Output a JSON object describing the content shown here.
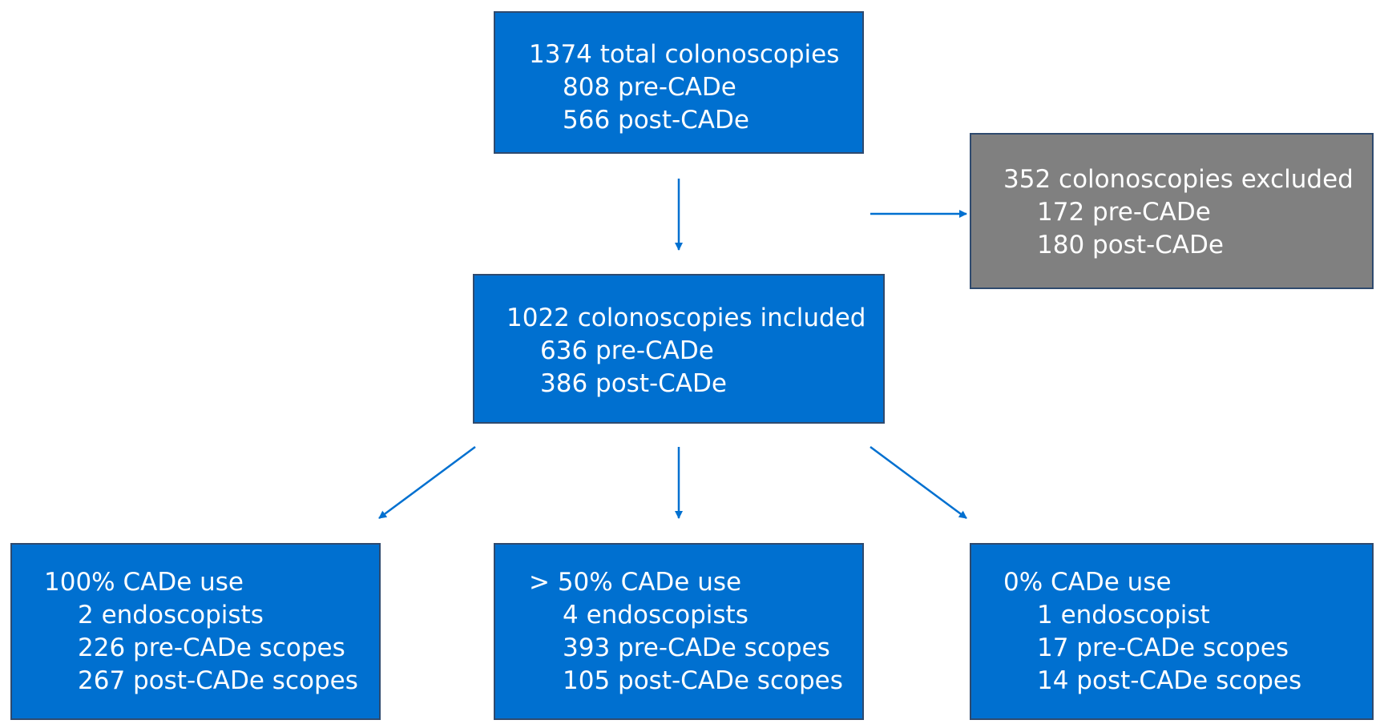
{
  "boxes": {
    "total": {
      "title": "1374 total colonoscopies",
      "lines": [
        "808 pre-CADe",
        "566 post-CADe"
      ]
    },
    "excluded": {
      "title": "352 colonoscopies excluded",
      "lines": [
        "172 pre-CADe",
        "180 post-CADe"
      ]
    },
    "included": {
      "title": "1022 colonoscopies included",
      "lines": [
        "636 pre-CADe",
        "386 post-CADe"
      ]
    },
    "use100": {
      "title": "100% CADe use",
      "lines": [
        "2 endoscopists",
        "226 pre-CADe scopes",
        "267 post-CADe scopes"
      ]
    },
    "use50": {
      "title": "> 50% CADe use",
      "lines": [
        "4 endoscopists",
        "393 pre-CADe scopes",
        "105 post-CADe scopes"
      ]
    },
    "use0": {
      "title": "0% CADe use",
      "lines": [
        "1 endoscopist",
        "17 pre-CADe scopes",
        "14 post-CADe scopes"
      ]
    }
  },
  "colors": {
    "box_blue": "#0070d0",
    "box_gray": "#808080",
    "arrow": "#0070d0",
    "border": "#2f4a6e"
  }
}
